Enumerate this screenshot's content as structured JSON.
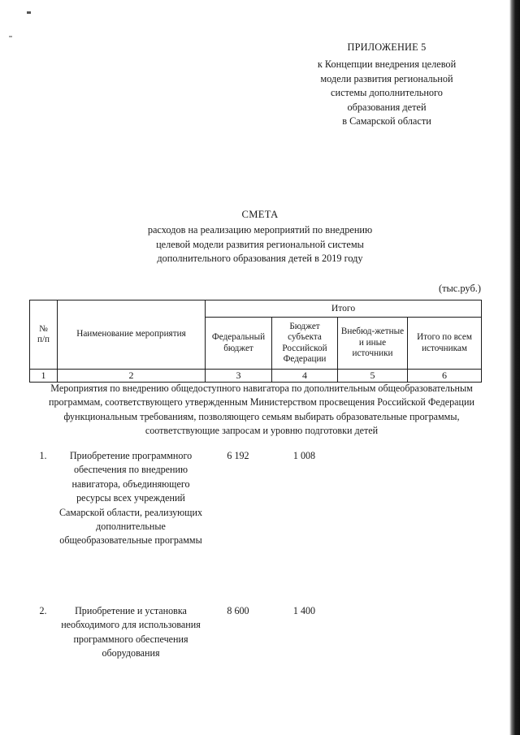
{
  "appendix": {
    "number_line": "ПРИЛОЖЕНИЕ 5",
    "lines": [
      "к Концепции внедрения целевой",
      "модели развития региональной",
      "системы дополнительного",
      "образования детей",
      "в Самарской области"
    ]
  },
  "document": {
    "title": "СМЕТА",
    "subtitle_lines": [
      "расходов на реализацию мероприятий по внедрению",
      "целевой модели развития региональной системы",
      "дополнительного образования детей в 2019 году"
    ],
    "units": "(тыс.руб.)"
  },
  "table": {
    "group_header": "Итого",
    "headers": {
      "col1": "№\nп/п",
      "col1_line1": "№",
      "col1_line2": "п/п",
      "col2": "Наименование мероприятия",
      "col3": "Федеральный бюджет",
      "col4": "Бюджет субъекта Российской Федерации",
      "col5": "Внебюд-жетные и иные источники",
      "col6": "Итого по всем источникам"
    },
    "number_row": [
      "1",
      "2",
      "3",
      "4",
      "5",
      "6"
    ]
  },
  "section_note": "Мероприятия по внедрению общедоступного навигатора по дополнительным общеобразовательным программам, соответствующего утвержденным Министерством просвещения Российской Федерации функциональным требованиям, позволяющего семьям выбирать образовательные программы, соответствующие запросам и уровню подготовки детей",
  "rows": [
    {
      "num": "1.",
      "name": "Приобретение программного обеспечения по внедрению навигатора, объединяющего ресурсы всех учреждений Самарской области, реализующих дополнительные общеобразовательные программы",
      "federal_budget": "6 192",
      "subject_budget": "1 008",
      "extrabudget": "",
      "total": ""
    },
    {
      "num": "2.",
      "name": "Приобретение и установка необходимого для использования программного обеспечения оборудования",
      "federal_budget": "8 600",
      "subject_budget": "1 400",
      "extrabudget": "",
      "total": ""
    }
  ]
}
